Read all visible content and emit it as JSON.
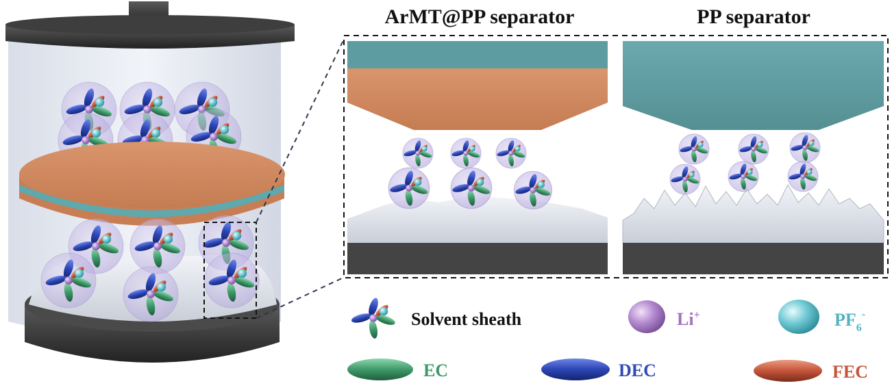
{
  "panels": {
    "left_title": "ArMT@PP separator",
    "right_title": "PP separator"
  },
  "legend": {
    "solvent_sheath": "Solvent sheath",
    "li_base": "Li",
    "li_sup": "+",
    "pf6_base": "PF",
    "pf6_sub": "6",
    "pf6_sup": "-",
    "ec": "EC",
    "dec": "DEC",
    "fec": "FEC"
  },
  "colors": {
    "text": "#111111",
    "li": "#a46fc0",
    "pf6": "#4fb4c2",
    "ec": "#3e9a6a",
    "dec": "#2f4bb8",
    "fec": "#c4553a",
    "armt_layer": "#d08a63",
    "pp_layer": "#5f9ea3",
    "current_collector": "#444444",
    "lithium_surface": "#dfe3ea"
  }
}
